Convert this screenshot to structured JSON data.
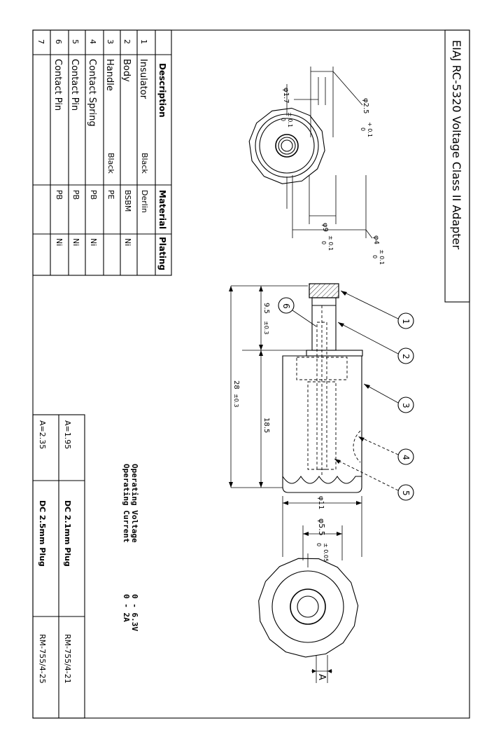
{
  "title": "EIAJ RC-5320 Voltage Class II Adapter",
  "parts_table": {
    "headers": {
      "description": "Description",
      "material": "Material",
      "plating": "Plating"
    },
    "rows": [
      {
        "no": "1",
        "description": "Insulator",
        "color": "Black",
        "material": "Derlin",
        "plating": ""
      },
      {
        "no": "2",
        "description": "Body",
        "color": "",
        "material": "BSBM",
        "plating": "Ni"
      },
      {
        "no": "3",
        "description": "Handle",
        "color": "Black",
        "material": "PE",
        "plating": ""
      },
      {
        "no": "4",
        "description": "Contact Spring",
        "color": "",
        "material": "PB",
        "plating": "Ni"
      },
      {
        "no": "5",
        "description": "Contact Pin",
        "color": "",
        "material": "PB",
        "plating": "Ni"
      },
      {
        "no": "6",
        "description": "Contact Pin",
        "color": "",
        "material": "PB",
        "plating": "Ni"
      },
      {
        "no": "7",
        "description": "",
        "color": "",
        "material": "",
        "plating": ""
      }
    ]
  },
  "dimensions": {
    "d25": "φ2.5",
    "d25_tol_up": "+ 0.1",
    "d25_tol_dn": "0",
    "d17": "φ1.7",
    "d17_tol_up": "± 0.1",
    "d17_tol_dn": "0",
    "d9": "φ9",
    "d9_tol_up": "± 0.1",
    "d9_tol_dn": "0",
    "d4": "φ4",
    "d4_tol_up": "± 0.1",
    "d4_tol_dn": "0",
    "len_95": "9.5",
    "len_95_tol": "±0.3",
    "len_28": "28",
    "len_28_tol": "±0.3",
    "len_185": "18.5",
    "d11": "φ11",
    "d55": "φ5.5",
    "d55_tol_up": "± 0.05",
    "d55_tol_dn": "0",
    "dim_a": "A"
  },
  "callouts": [
    "1",
    "2",
    "3",
    "4",
    "5",
    "6"
  ],
  "operating": {
    "voltage_label": "Operating Voltage",
    "voltage_value": "0 - 6.3V",
    "current_label": "Operating Current",
    "current_value": "0 - 2A"
  },
  "variants_table": [
    {
      "a_value": "A=1.95",
      "plug": "DC 2.1mm Plug",
      "part_no": "RM-755/4-21"
    },
    {
      "a_value": "A=2.35",
      "plug": "DC 2.5mm Plug",
      "part_no": "RM-755/4-25"
    }
  ]
}
